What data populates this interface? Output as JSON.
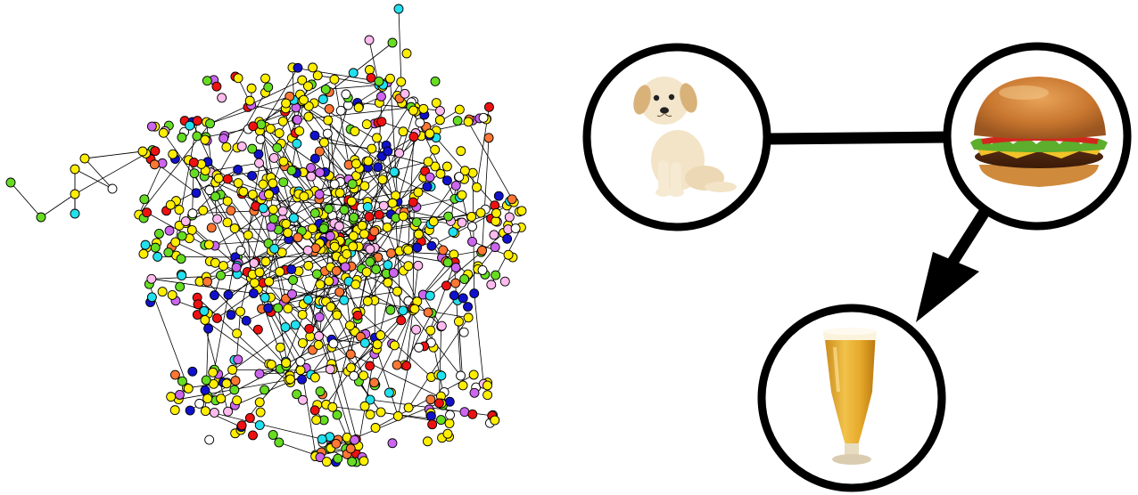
{
  "network": {
    "description_free": true,
    "node_colors": [
      "#ffee00",
      "#ffee00",
      "#ffee00",
      "#ffee00",
      "#ffee00",
      "#ffee00",
      "#66dd22",
      "#66dd22",
      "#22e0ee",
      "#ee1111",
      "#1111cc",
      "#ffffff",
      "#cc66ee",
      "#ffbbee",
      "#ff7733"
    ],
    "node_stroke": "#000000",
    "edge_color": "#000000"
  },
  "concept_graph": {
    "nodes": [
      {
        "id": "dog",
        "icon": "puppy-image"
      },
      {
        "id": "burger",
        "icon": "hamburger-image"
      },
      {
        "id": "beer",
        "icon": "beer-glass-image"
      }
    ],
    "edges": [
      {
        "from": "dog",
        "to": "burger",
        "directed": false
      },
      {
        "from": "burger",
        "to": "beer",
        "directed": true
      }
    ],
    "stroke_color": "#000000"
  }
}
